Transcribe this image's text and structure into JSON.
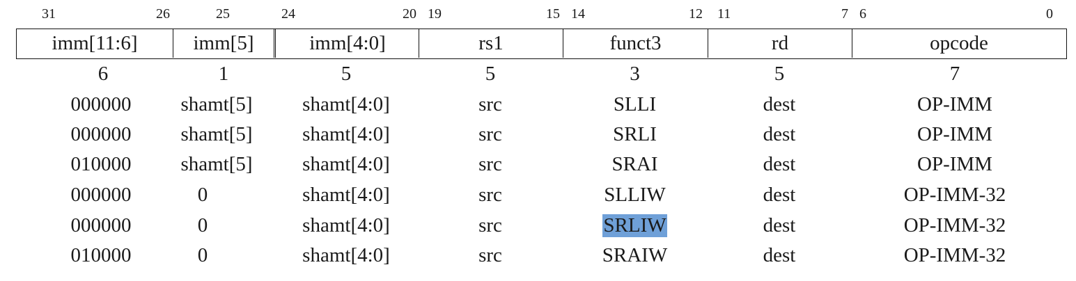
{
  "bit_numbers": [
    {
      "label": "31"
    },
    {
      "label": "26"
    },
    {
      "label": "25"
    },
    {
      "label": "24"
    },
    {
      "label": "20"
    },
    {
      "label": "19"
    },
    {
      "label": "15"
    },
    {
      "label": "14"
    },
    {
      "label": "12"
    },
    {
      "label": "11"
    },
    {
      "label": "7"
    },
    {
      "label": "6"
    },
    {
      "label": "0"
    }
  ],
  "fields": [
    {
      "label": "imm[11:6]"
    },
    {
      "label": "imm[5]"
    },
    {
      "label": "imm[4:0]"
    },
    {
      "label": "rs1"
    },
    {
      "label": "funct3"
    },
    {
      "label": "rd"
    },
    {
      "label": "opcode"
    }
  ],
  "widths": [
    "6",
    "1",
    "5",
    "5",
    "3",
    "5",
    "7"
  ],
  "rows": [
    [
      "000000",
      "shamt[5]",
      "shamt[4:0]",
      "src",
      "SLLI",
      "dest",
      "OP-IMM"
    ],
    [
      "000000",
      "shamt[5]",
      "shamt[4:0]",
      "src",
      "SRLI",
      "dest",
      "OP-IMM"
    ],
    [
      "010000",
      "shamt[5]",
      "shamt[4:0]",
      "src",
      "SRAI",
      "dest",
      "OP-IMM"
    ],
    [
      "000000",
      "0",
      "shamt[4:0]",
      "src",
      "SLLIW",
      "dest",
      "OP-IMM-32"
    ],
    [
      "000000",
      "0",
      "shamt[4:0]",
      "src",
      "SRLIW",
      "dest",
      "OP-IMM-32"
    ],
    [
      "010000",
      "0",
      "shamt[4:0]",
      "src",
      "SRAIW",
      "dest",
      "OP-IMM-32"
    ]
  ],
  "highlight_color": "#6fa0d8"
}
